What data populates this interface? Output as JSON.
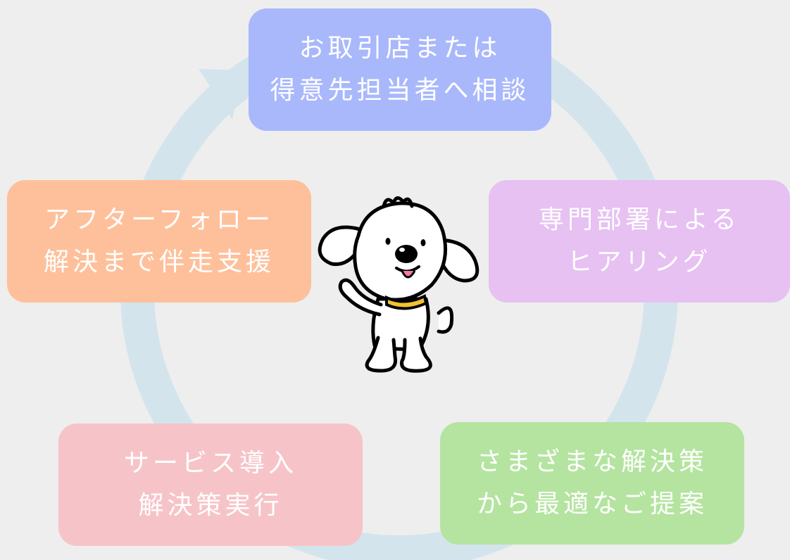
{
  "steps": [
    {
      "lines": [
        "お取引店または",
        "得意先担当者へ相談"
      ],
      "color": "#a9b8fb"
    },
    {
      "lines": [
        "専門部署による",
        "ヒアリング"
      ],
      "color": "#e6c1f2"
    },
    {
      "lines": [
        "さまざまな解決策",
        "から最適なご提案"
      ],
      "color": "#b4e4a0"
    },
    {
      "lines": [
        "サービス導入",
        "解決策実行"
      ],
      "color": "#f6c4c8"
    },
    {
      "lines": [
        "アフターフォロー",
        "解決まで伴走支援"
      ],
      "color": "#fec09b"
    }
  ],
  "cycle_arrow_color": "#d3e4ec",
  "mascot": {
    "icon": "dog-mascot-icon"
  }
}
